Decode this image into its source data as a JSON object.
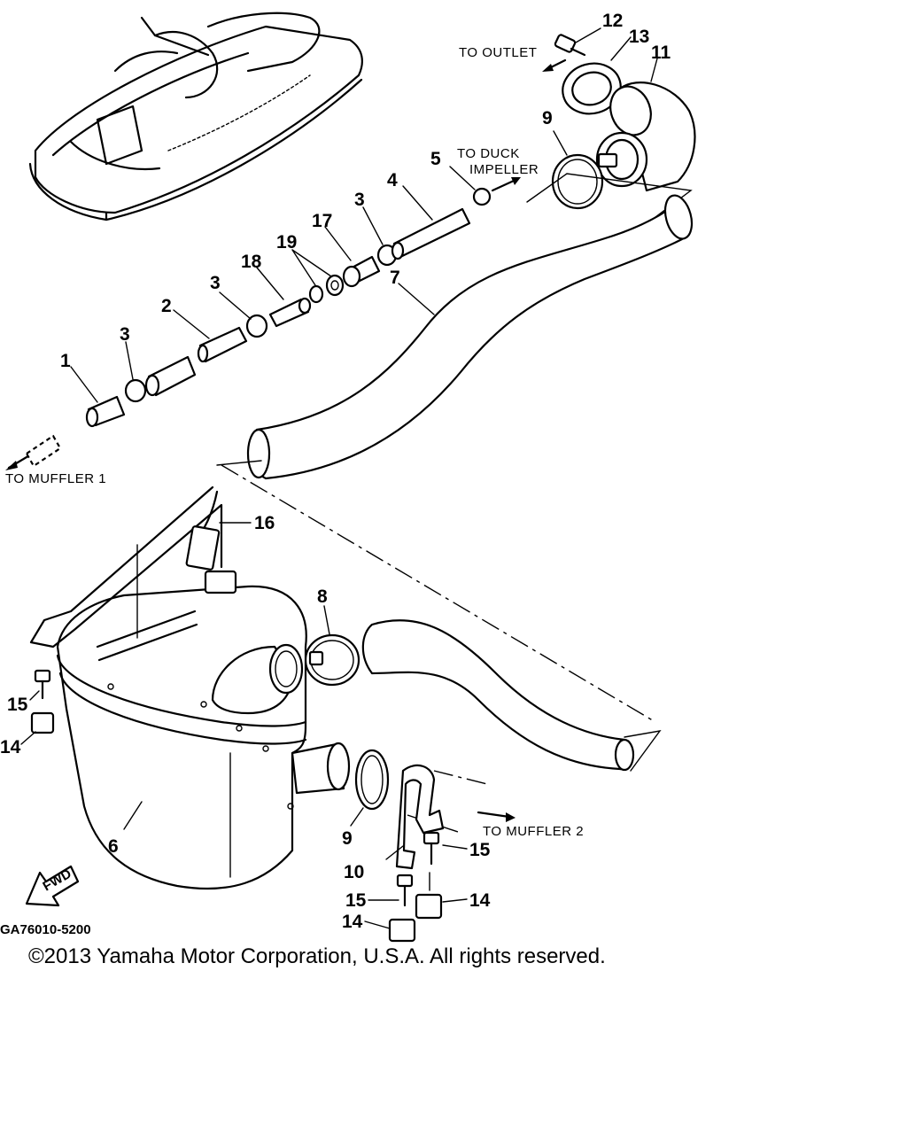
{
  "diagram": {
    "part_numbers": [
      "1",
      "2",
      "3",
      "3",
      "3",
      "4",
      "5",
      "6",
      "7",
      "8",
      "9",
      "9",
      "10",
      "11",
      "12",
      "13",
      "14",
      "14",
      "14",
      "15",
      "15",
      "15",
      "16",
      "17",
      "18",
      "19"
    ],
    "destinations": {
      "outlet": "TO OUTLET",
      "duck_1": "TO DUCK",
      "duck_2": "IMPELLER",
      "muffler1": "TO MUFFLER 1",
      "muffler2": "TO MUFFLER 2"
    },
    "fwd_label": "FWD",
    "drawing_code": "GA76010-5200"
  },
  "footer": {
    "copyright": "©2013 Yamaha Motor Corporation, U.S.A. All rights reserved."
  }
}
